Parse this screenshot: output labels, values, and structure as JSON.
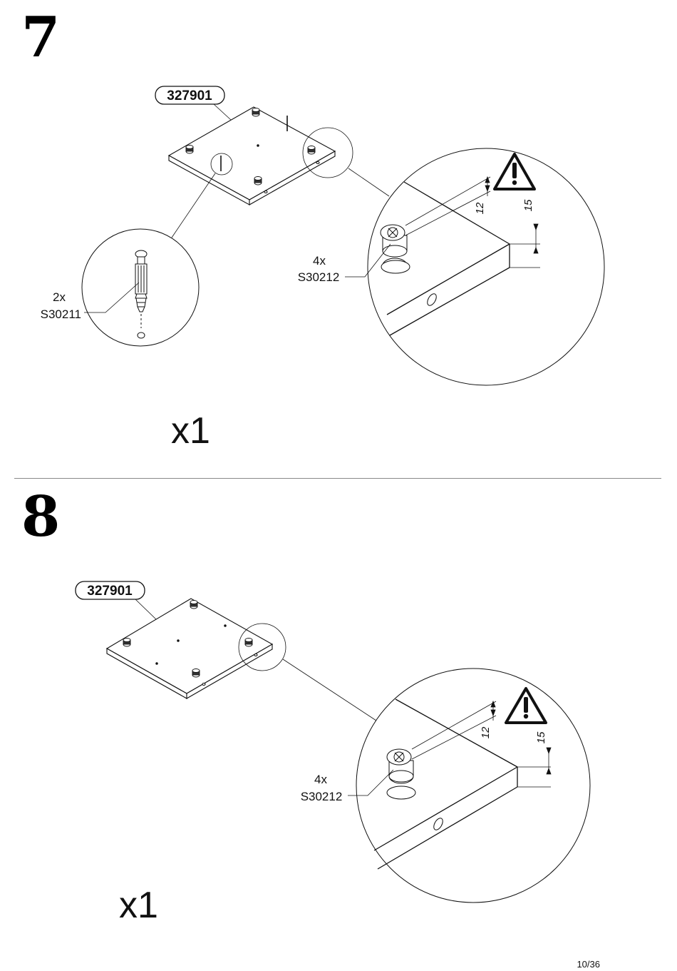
{
  "steps": [
    {
      "number": "7",
      "part_label": "327901",
      "callout_left": {
        "qty": "2x",
        "code": "S30211"
      },
      "callout_right": {
        "qty": "4x",
        "code": "S30212"
      },
      "dims": {
        "inner": "12",
        "outer": "15"
      },
      "quantity": "x1"
    },
    {
      "number": "8",
      "part_label": "327901",
      "callout_right": {
        "qty": "4x",
        "code": "S30212"
      },
      "dims": {
        "inner": "12",
        "outer": "15"
      },
      "quantity": "x1"
    }
  ],
  "footer": {
    "page": "10/36"
  },
  "icons": {
    "warning": "warning-triangle-icon"
  }
}
